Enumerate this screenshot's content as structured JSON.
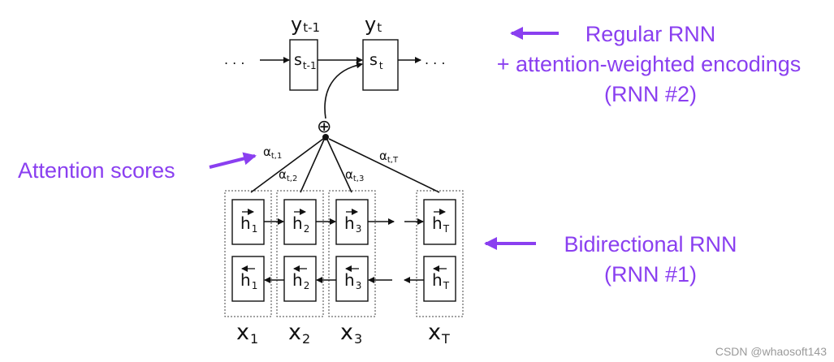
{
  "outputs": [
    {
      "base": "y",
      "sub": "t-1"
    },
    {
      "base": "y",
      "sub": "t"
    }
  ],
  "decoder_states": [
    {
      "base": "s",
      "sub": "t-1"
    },
    {
      "base": "s",
      "sub": "t"
    }
  ],
  "continuation_dots": ". . .",
  "combine_symbol": "⊕",
  "weights": [
    {
      "base": "α",
      "sub": "t,1"
    },
    {
      "base": "α",
      "sub": "t,2"
    },
    {
      "base": "α",
      "sub": "t,3"
    },
    {
      "base": "α",
      "sub": "t,T"
    }
  ],
  "encoder_columns": [
    {
      "forward": {
        "base": "h",
        "sub": "1"
      },
      "backward": {
        "base": "h",
        "sub": "1"
      },
      "input": {
        "base": "x",
        "sub": "1"
      }
    },
    {
      "forward": {
        "base": "h",
        "sub": "2"
      },
      "backward": {
        "base": "h",
        "sub": "2"
      },
      "input": {
        "base": "x",
        "sub": "2"
      }
    },
    {
      "forward": {
        "base": "h",
        "sub": "3"
      },
      "backward": {
        "base": "h",
        "sub": "3"
      },
      "input": {
        "base": "x",
        "sub": "3"
      }
    },
    {
      "forward": {
        "base": "h",
        "sub": "T"
      },
      "backward": {
        "base": "h",
        "sub": "T"
      },
      "input": {
        "base": "x",
        "sub": "T"
      }
    }
  ],
  "annotations": {
    "regular_rnn": {
      "lines": [
        "Regular RNN",
        "+ attention-weighted encodings",
        "(RNN #2)"
      ],
      "arrow_direction": "left"
    },
    "attention_scores": {
      "lines": [
        "Attention scores"
      ],
      "arrow_direction": "right"
    },
    "bidirectional_rnn": {
      "lines": [
        "Bidirectional RNN",
        "(RNN #1)"
      ],
      "arrow_direction": "left"
    }
  },
  "colors": {
    "annotation": "#8a3ff0",
    "diagram": "#111111",
    "watermark": "#9a9a9a"
  },
  "watermark": "CSDN @whaosoft143"
}
